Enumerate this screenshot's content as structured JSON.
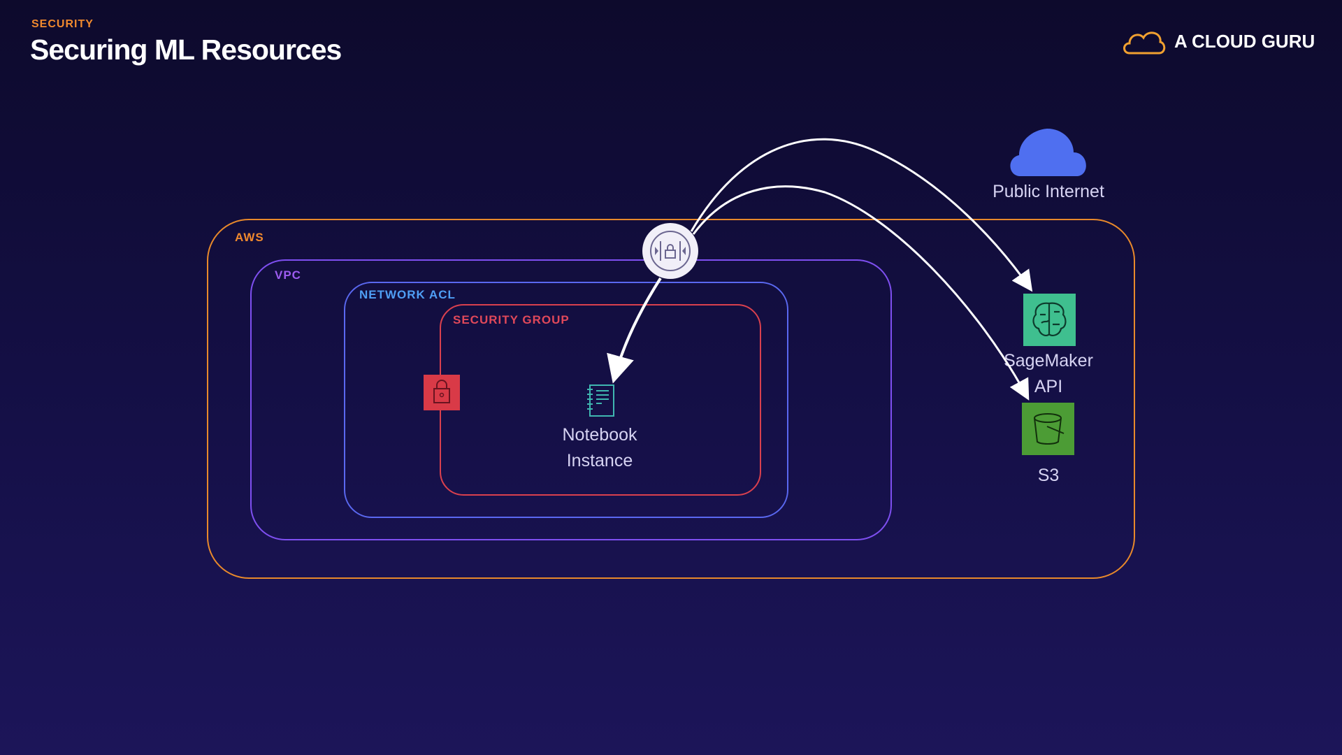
{
  "header": {
    "section": "SECURITY",
    "title": "Securing ML Resources"
  },
  "brand": {
    "name": "A CLOUD GURU",
    "icon": "cloud-guru-logo-icon"
  },
  "colors": {
    "aws": "#e8892b",
    "vpc": "#7e4ff0",
    "network_acl": "#5a68f0",
    "network_acl_label": "#4f9ef5",
    "security_group": "#d9404e",
    "sagemaker": "#3fbf8f",
    "s3": "#4c9c35",
    "internet": "#4f6ff0"
  },
  "diagram": {
    "public_internet": "Public Internet",
    "aws": "AWS",
    "vpc": "VPC",
    "network_acl": "NETWORK ACL",
    "security_group": "SECURITY GROUP",
    "notebook": {
      "line1": "Notebook",
      "line2": "Instance"
    },
    "sagemaker": {
      "line1": "SageMaker",
      "line2": "API"
    },
    "s3": "S3"
  }
}
